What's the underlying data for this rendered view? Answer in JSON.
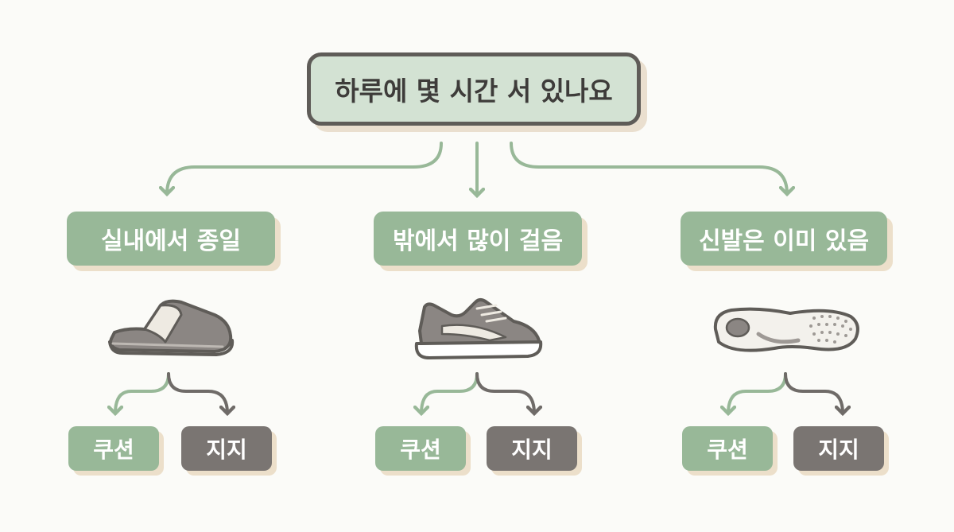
{
  "root": {
    "question": "하루에 몇 시간 서 있나요"
  },
  "branches": [
    {
      "label": "실내에서 종일",
      "icon": "slipper-icon",
      "options": [
        "쿠션",
        "지지"
      ]
    },
    {
      "label": "밖에서 많이 걸음",
      "icon": "sneaker-icon",
      "options": [
        "쿠션",
        "지지"
      ]
    },
    {
      "label": "신발은 이미 있음",
      "icon": "insole-icon",
      "options": [
        "쿠션",
        "지지"
      ]
    }
  ],
  "colors": {
    "sage": "#98b898",
    "sage_light": "#d3e2d3",
    "gray_dark": "#7a7572",
    "outline": "#5f5c58",
    "arrow_green": "#98b898",
    "arrow_gray": "#6f6b68",
    "shadow": "#ecdfca"
  }
}
